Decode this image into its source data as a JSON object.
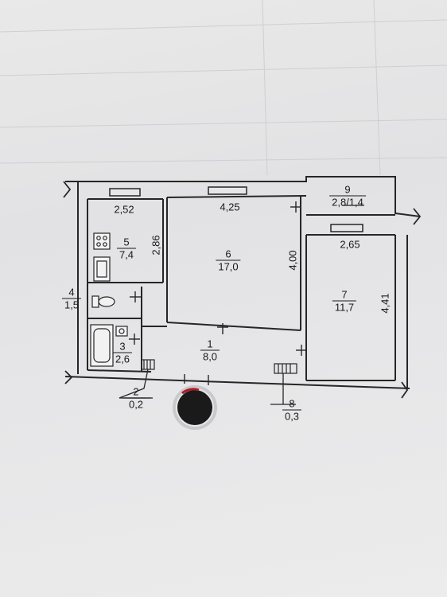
{
  "rooms": [
    {
      "number": "1",
      "area": "8,0"
    },
    {
      "number": "3",
      "area": "2,6"
    },
    {
      "number": "4",
      "area": "1,5"
    },
    {
      "number": "5",
      "area": "7,4"
    },
    {
      "number": "6",
      "area": "17,0"
    },
    {
      "number": "7",
      "area": "11,7"
    },
    {
      "number": "9",
      "area": "2,8/1,4"
    }
  ],
  "callouts": [
    {
      "number": "2",
      "area": "0,2"
    },
    {
      "number": "8",
      "area": "0,3"
    }
  ],
  "dimensions": {
    "room5_width": "2,52",
    "room5_depth": "2,86",
    "room6_width": "4,25",
    "room6_depth": "4,00",
    "room7_width": "2,65",
    "room7_depth": "4,41"
  },
  "colors": {
    "wall": "#5a5a5a",
    "line": "#262626",
    "paper": "#e6e6e8",
    "marker": "#1a1a1a",
    "marker_rim": "#b0182a"
  }
}
